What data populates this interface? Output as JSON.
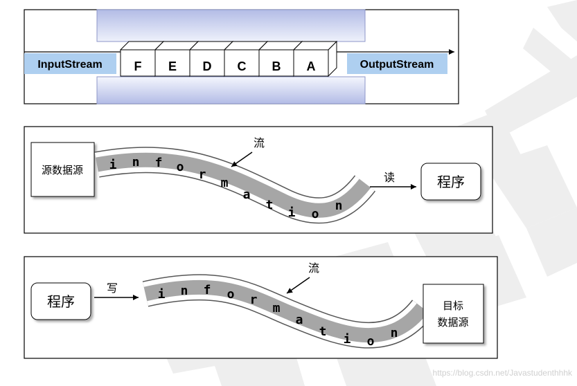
{
  "stream_diagram": {
    "input_label": "InputStream",
    "output_label": "OutputStream",
    "blocks": [
      "F",
      "E",
      "D",
      "C",
      "B",
      "A"
    ]
  },
  "read_diagram": {
    "source_label": "源数据源",
    "flow_label": "流",
    "action_label": "读",
    "program_label": "程序",
    "letters": [
      "i",
      "n",
      "f",
      "o",
      "r",
      "m",
      "a",
      "t",
      "i",
      "o",
      "n"
    ]
  },
  "write_diagram": {
    "program_label": "程序",
    "action_label": "写",
    "flow_label": "流",
    "target_label_line1": "目标",
    "target_label_line2": "数据源",
    "letters": [
      "i",
      "n",
      "f",
      "o",
      "r",
      "m",
      "a",
      "t",
      "i",
      "o",
      "n"
    ]
  },
  "watermark": {
    "url": "https://blog.csdn.net/Javastudenthhhk"
  },
  "colors": {
    "pipe_top": "#b6bfe8",
    "pipe_bottom": "#f4f6fd",
    "label_blue": "#aecff0",
    "band_gray": "#a6a6a6",
    "watermark_gray": "#ededed"
  }
}
